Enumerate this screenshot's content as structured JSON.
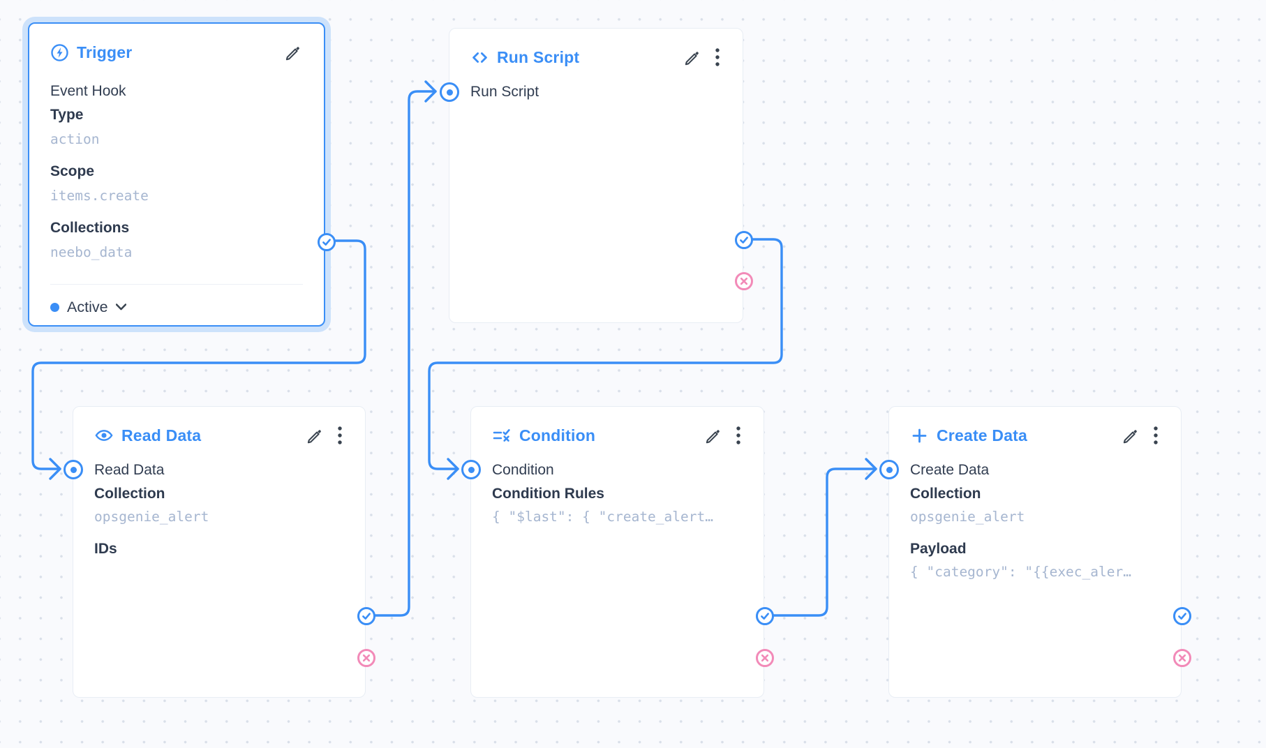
{
  "canvas": {
    "accent_color": "#3a8ef6",
    "reject_color": "#f28ab8",
    "selected_halo_color": "#cde2fb",
    "background_color": "#f9fafd"
  },
  "nodes": {
    "trigger": {
      "title": "Trigger",
      "subtitle": "Event Hook",
      "status": "Active",
      "fields": [
        {
          "label": "Type",
          "value": "action"
        },
        {
          "label": "Scope",
          "value": "items.create"
        },
        {
          "label": "Collections",
          "value": "neebo_data"
        }
      ]
    },
    "run_script": {
      "title": "Run Script",
      "input_label": "Run Script"
    },
    "read_data": {
      "title": "Read Data",
      "input_label": "Read Data",
      "fields": [
        {
          "label": "Collection",
          "value": "opsgenie_alert"
        },
        {
          "label": "IDs",
          "value": ""
        }
      ]
    },
    "condition": {
      "title": "Condition",
      "input_label": "Condition",
      "fields": [
        {
          "label": "Condition Rules",
          "value": "{ \"$last\": { \"create_alert…"
        }
      ]
    },
    "create_data": {
      "title": "Create Data",
      "input_label": "Create Data",
      "fields": [
        {
          "label": "Collection",
          "value": "opsgenie_alert"
        },
        {
          "label": "Payload",
          "value": "{ \"category\": \"{{exec_aler…"
        }
      ]
    }
  }
}
